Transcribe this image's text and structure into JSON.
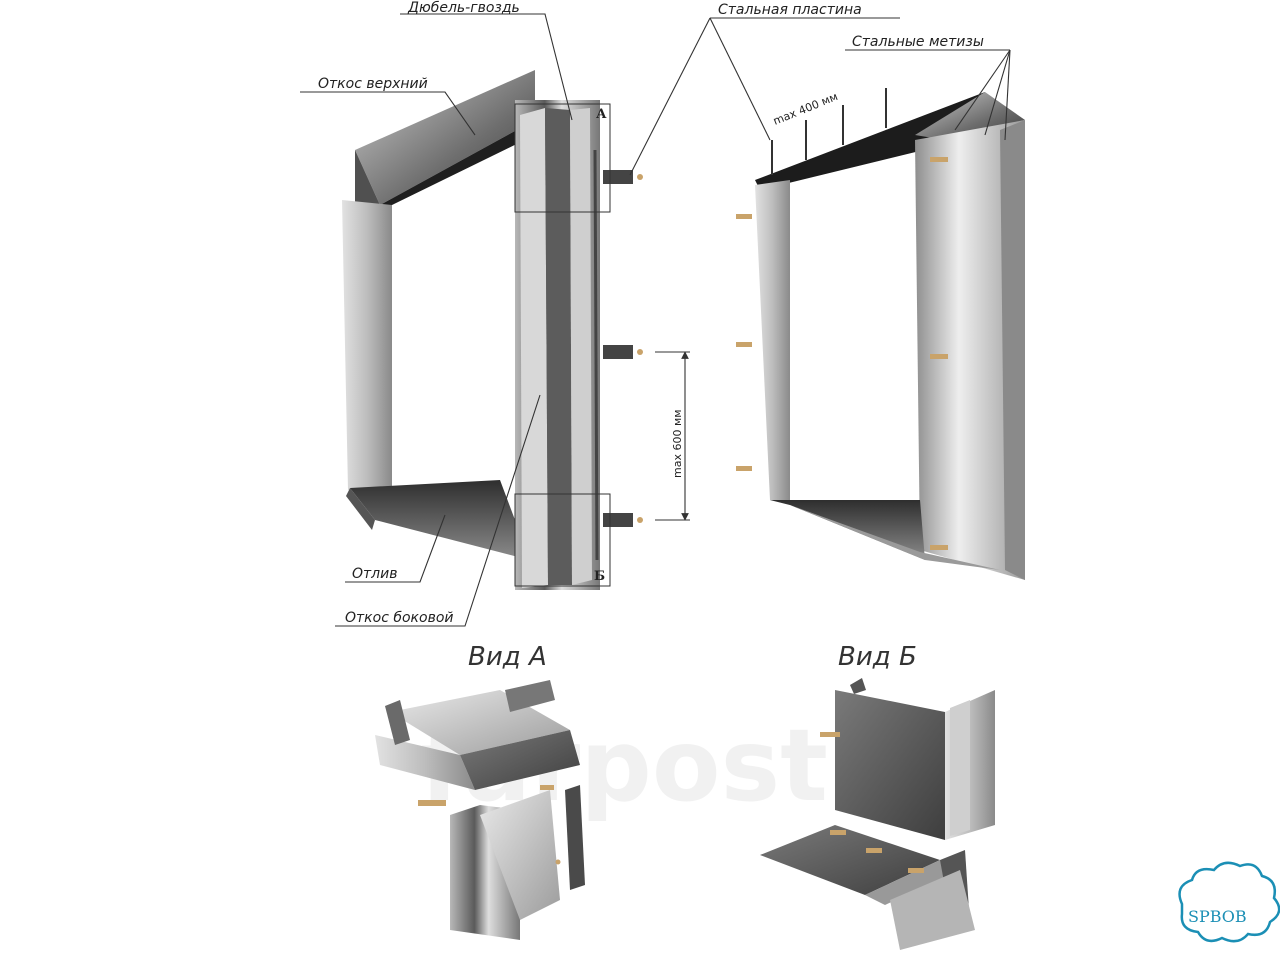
{
  "labels": {
    "dowel_nail": "Дюбель-гвоздь",
    "steel_plate": "Стальная пластина",
    "steel_fasteners": "Стальные метизы",
    "top_slope": "Откос верхний",
    "sill": "Отлив",
    "side_slope": "Откос боковой",
    "max_400": "max 400 мм",
    "max_600": "max 600 мм",
    "marker_a": "А",
    "marker_b": "Б",
    "view_a": "Вид А",
    "view_b": "Вид Б"
  },
  "watermark": "farpost.ru",
  "logo": {
    "text": "SPBOB",
    "color": "#1b8fb5"
  },
  "colors": {
    "steel_light": "#dcdcdc",
    "steel_mid": "#a9a9a9",
    "steel_dark": "#4a4a4a",
    "brass": "#c9a36a"
  }
}
